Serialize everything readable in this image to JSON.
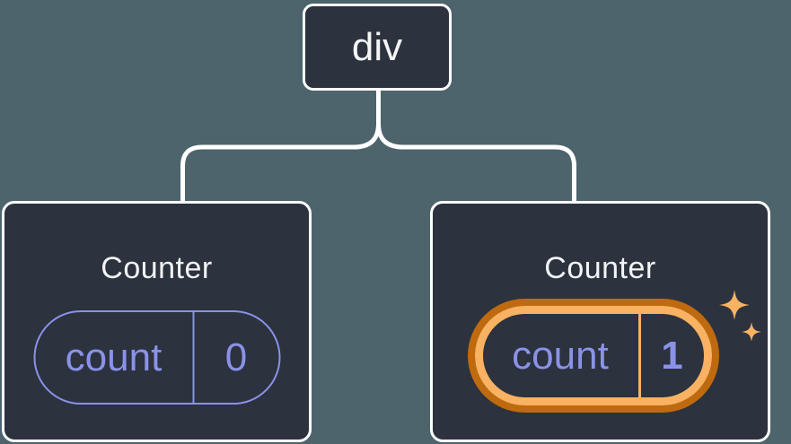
{
  "diagram": {
    "description": "Component tree with shared parent and two Counter children holding independent state",
    "root": {
      "label": "div"
    },
    "children": [
      {
        "title": "Counter",
        "state": {
          "key": "count",
          "value": "0"
        },
        "highlighted": false
      },
      {
        "title": "Counter",
        "state": {
          "key": "count",
          "value": "1"
        },
        "highlighted": true
      }
    ]
  },
  "icons": {
    "sparkles": "four-point-sparkle-stars"
  },
  "colors": {
    "background": "#4d646d",
    "card_fill": "#2c323e",
    "card_border": "#ffffff",
    "connector": "#ffffff",
    "text_primary": "#f4f5f7",
    "state_purple": "#8a92e8",
    "highlight_orange": "#f9b262",
    "highlight_orange_dark": "#bf6a0e"
  }
}
